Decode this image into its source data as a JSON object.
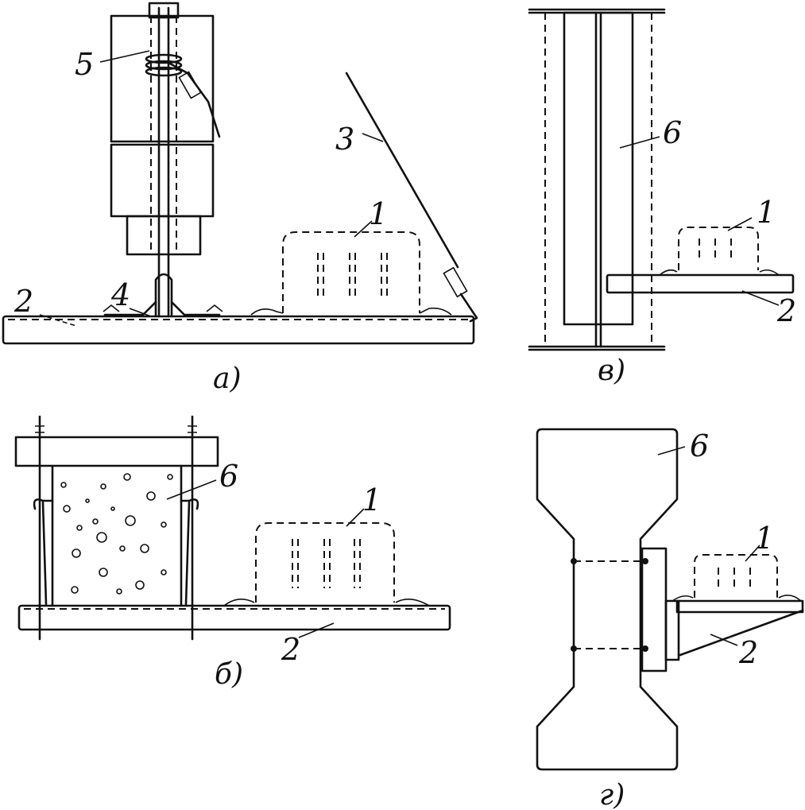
{
  "panels": {
    "a": {
      "caption": "а)",
      "labels": {
        "bucket": "1",
        "beam": "2",
        "cable": "3",
        "joint": "4",
        "bolt": "5"
      }
    },
    "b": {
      "caption": "б)",
      "labels": {
        "bucket": "1",
        "beam": "2",
        "specimen": "6"
      }
    },
    "v": {
      "caption": "в)",
      "labels": {
        "bucket": "1",
        "beam": "2",
        "specimen": "6"
      }
    },
    "g": {
      "caption": "г)",
      "labels": {
        "bucket": "1",
        "beam": "2",
        "specimen": "6"
      }
    }
  }
}
